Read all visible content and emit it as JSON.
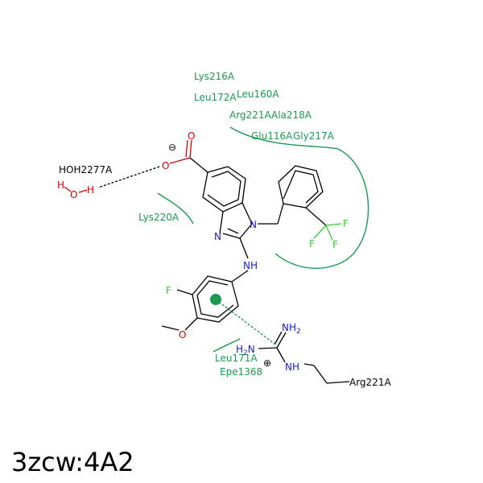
{
  "title": "3zcw:4A2",
  "residues": {
    "lys216": "Lys216A",
    "leu172": "Leu172A",
    "leu160": "Leu160A",
    "arg221_top": "Arg221A",
    "ala218": "Ala218A",
    "glu116": "Glu116A",
    "gly217": "Gly217A",
    "lys220": "Lys220A",
    "leu171": "Leu171A",
    "epe1368": "Epe1368",
    "arg221_bottom": "Arg221A"
  },
  "water": {
    "name": "HOH2277A",
    "h": "H",
    "o": "O"
  },
  "atoms": {
    "O": "O",
    "N": "N",
    "NH": "NH",
    "F": "F",
    "NH2": "NH",
    "H2N": "H",
    "sub2": "2"
  },
  "charges": {
    "minus": "⊖",
    "plus": "⊕"
  },
  "colors": {
    "residue": "#1a9a50",
    "oxygen": "#d40000",
    "nitrogen": "#1a1acc",
    "fluorine": "#33cc33"
  }
}
